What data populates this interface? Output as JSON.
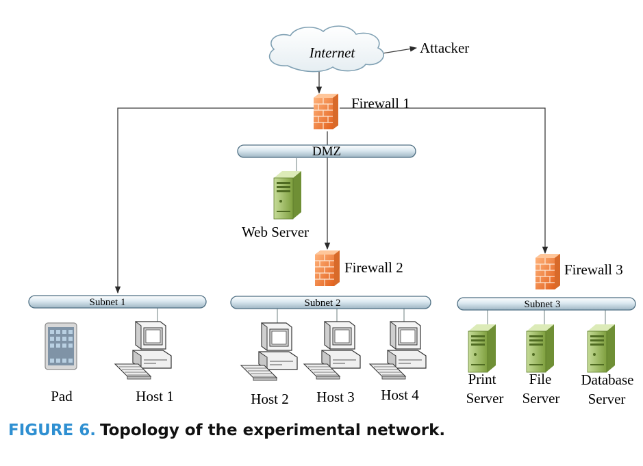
{
  "diagram": {
    "internet": "Internet",
    "attacker": "Attacker",
    "firewall1": "Firewall 1",
    "firewall2": "Firewall 2",
    "firewall3": "Firewall 3",
    "dmz": "DMZ",
    "web_server": "Web Server",
    "subnet1": "Subnet 1",
    "subnet2": "Subnet 2",
    "subnet3": "Subnet 3",
    "pad": "Pad",
    "host1": "Host 1",
    "host2": "Host 2",
    "host3": "Host 3",
    "host4": "Host 4",
    "print_server": [
      "Print",
      "Server"
    ],
    "file_server": [
      "File",
      "Server"
    ],
    "database_server": [
      "Database",
      "Server"
    ]
  },
  "caption": {
    "figure": "FIGURE 6.",
    "text": "Topology of the experimental network."
  },
  "colors": {
    "caption_accent": "#2e8fd1",
    "firewall": "#f08a3c",
    "server": "#9bbb59",
    "bus": "#c9dde8"
  }
}
